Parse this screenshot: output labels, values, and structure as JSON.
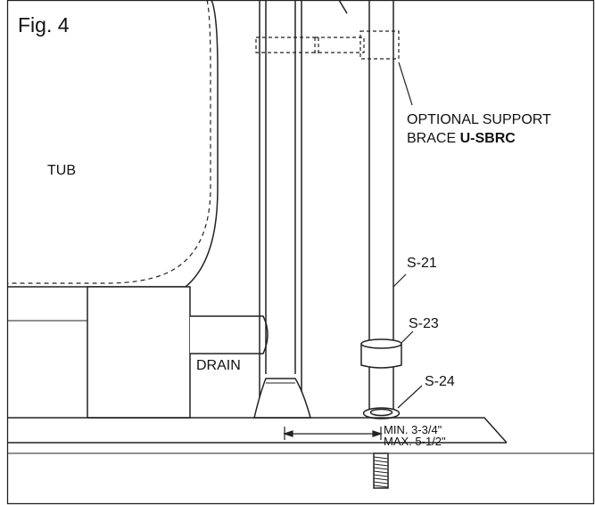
{
  "figure": {
    "label": "Fig. 4"
  },
  "labels": {
    "tub": "TUB",
    "drain": "DRAIN",
    "optional_line1": "OPTIONAL SUPPORT",
    "optional_line2_prefix": "BRACE ",
    "optional_line2_part": "U-SBRC",
    "s21": "S-21",
    "s23": "S-23",
    "s24": "S-24",
    "dim_min": "MIN. 3-3/4\"",
    "dim_max": "MAX. 5-1/2\""
  }
}
